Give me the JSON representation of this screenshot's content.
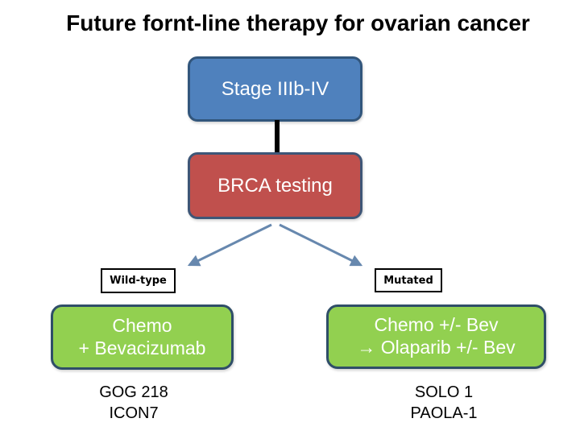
{
  "slide_title": "Future fornt-line therapy for ovarian cancer",
  "flow": {
    "stage_box": {
      "label": "Stage IIIb-IV"
    },
    "brca_box": {
      "label": "BRCA testing"
    },
    "wild_type_label": "Wild-type",
    "mutated_label": "Mutated",
    "wild_type_outcome": {
      "line1": "Chemo",
      "line2": "+ Bevacizumab"
    },
    "mutated_outcome": {
      "line1": "Chemo +/- Bev",
      "line2": "→ Olaparib +/- Bev"
    },
    "wild_type_trials": {
      "line1": "GOG 218",
      "line2": "ICON7"
    },
    "mutated_trials": {
      "line1": "SOLO 1",
      "line2": "PAOLA-1"
    }
  },
  "colors": {
    "stage_fill": "#4F81BD",
    "stage_border": "#32567C",
    "brca_fill": "#C0504D",
    "brca_border": "#3E5677",
    "outcome_fill": "#92D050",
    "outcome_border": "#2F4E68",
    "arrow": "#6788AE",
    "connector": "#000000",
    "label_border": "#000000",
    "title_text": "#000000",
    "box_text": "#FFFFFF",
    "background": "#FFFFFF"
  }
}
